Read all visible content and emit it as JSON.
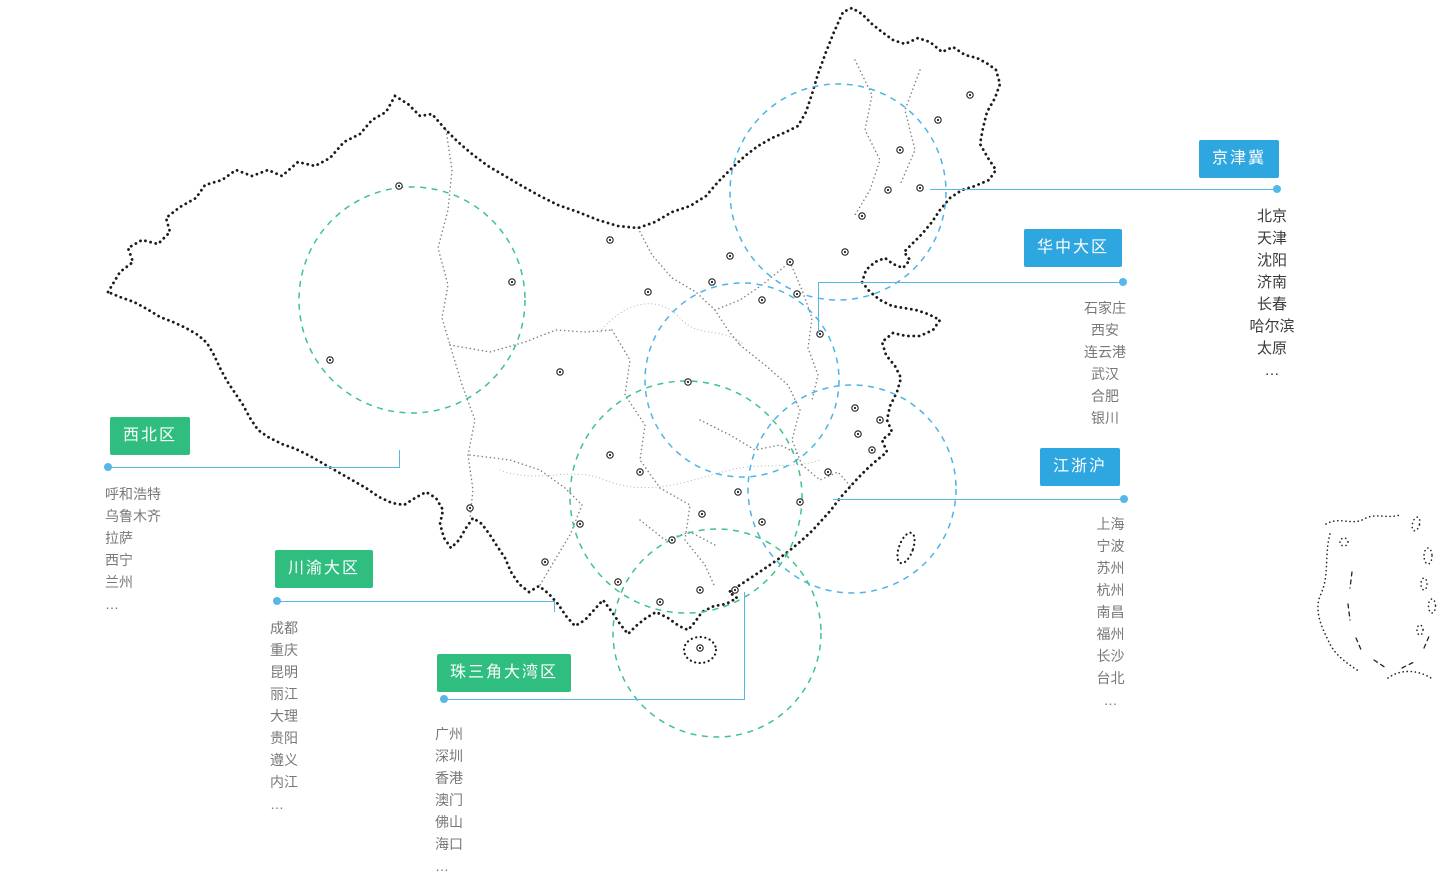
{
  "colors": {
    "blue": "#2ea7e0",
    "green": "#2fbe7f",
    "connector": "#56b8e6",
    "map_outline": "#1b1b1b",
    "city_dark": "#3a3a3a",
    "city_gray": "#787878"
  },
  "regions": [
    {
      "id": "jingjinji",
      "label": "京津冀",
      "theme": "blue",
      "cities": [
        "北京",
        "天津",
        "沈阳",
        "济南",
        "长春",
        "哈尔滨",
        "太原",
        "…"
      ]
    },
    {
      "id": "huazhong",
      "label": "华中大区",
      "theme": "blue",
      "cities": [
        "石家庄",
        "西安",
        "连云港",
        "武汉",
        "合肥",
        "银川"
      ]
    },
    {
      "id": "xibei",
      "label": "西北区",
      "theme": "green",
      "cities": [
        "呼和浩特",
        "乌鲁木齐",
        "拉萨",
        "西宁",
        "兰州",
        "…"
      ]
    },
    {
      "id": "chuanyu",
      "label": "川渝大区",
      "theme": "green",
      "cities": [
        "成都",
        "重庆",
        "昆明",
        "丽江",
        "大理",
        "贵阳",
        "遵义",
        "内江",
        "…"
      ]
    },
    {
      "id": "zhusanjiao",
      "label": "珠三角大湾区",
      "theme": "green",
      "cities": [
        "广州",
        "深圳",
        "香港",
        "澳门",
        "佛山",
        "海口",
        "…"
      ]
    },
    {
      "id": "jiangzhehu",
      "label": "江浙沪",
      "theme": "blue",
      "cities": [
        "上海",
        "宁波",
        "苏州",
        "杭州",
        "南昌",
        "福州",
        "长沙",
        "台北",
        "…"
      ]
    }
  ]
}
